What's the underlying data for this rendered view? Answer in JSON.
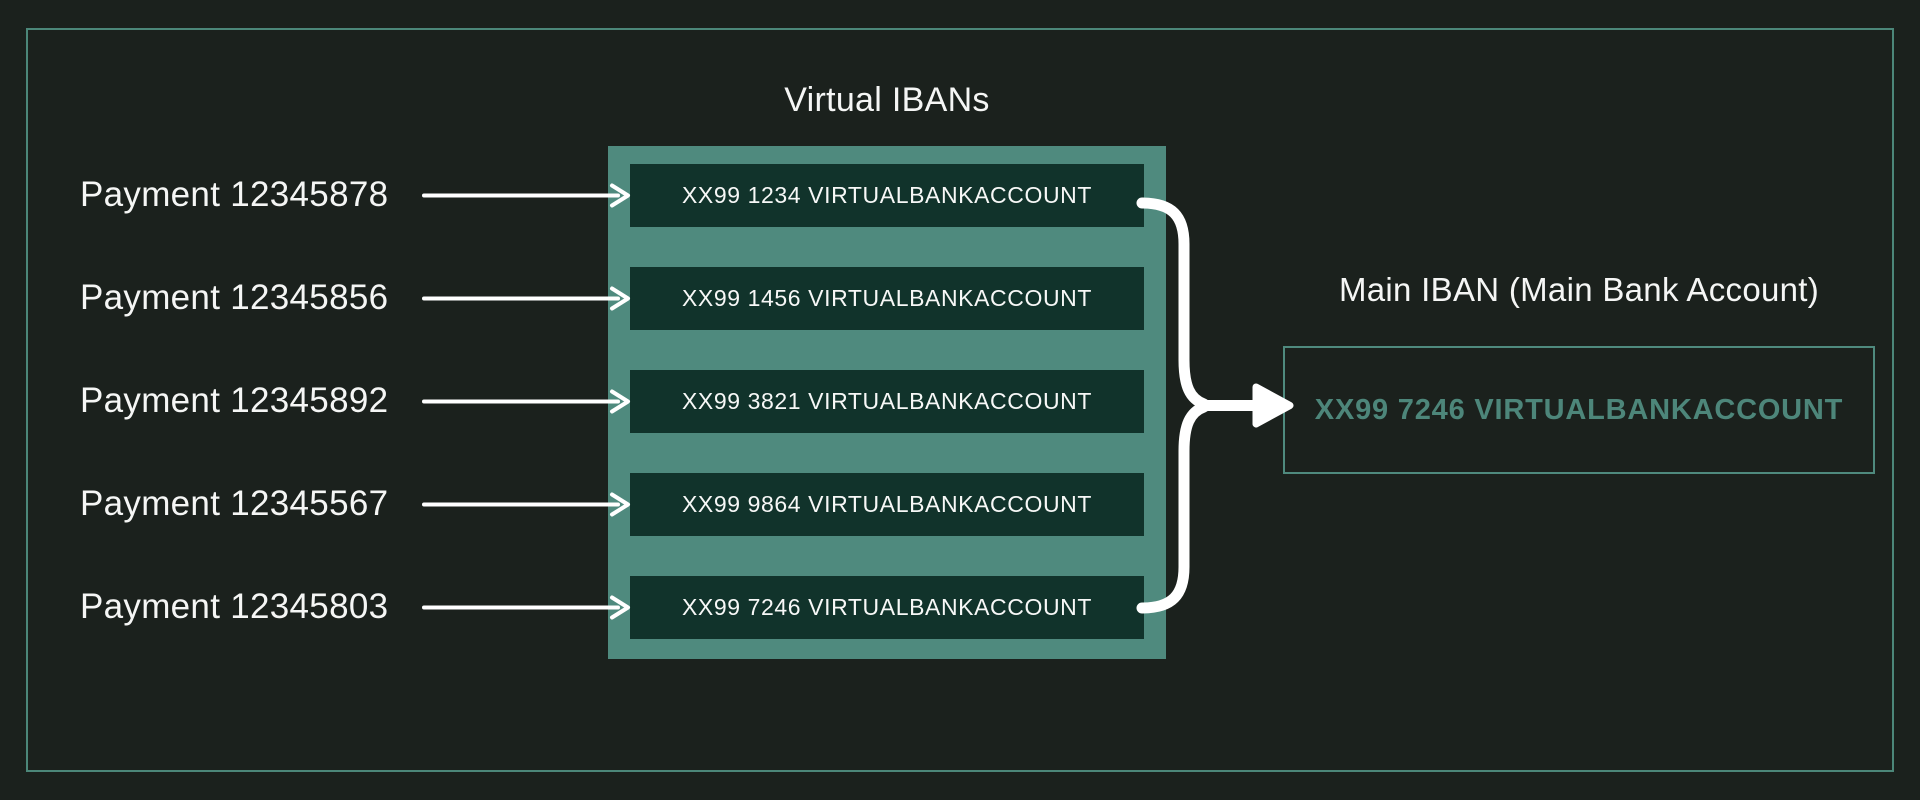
{
  "diagram": {
    "title": "Virtual IBANs",
    "main_heading": "Main IBAN (Main Bank Account)",
    "main_iban": "XX99 7246 VIRTUALBANKACCOUNT"
  },
  "rows": [
    {
      "payment": "Payment 12345878",
      "viban": "XX99 1234 VIRTUALBANKACCOUNT"
    },
    {
      "payment": "Payment 12345856",
      "viban": "XX99 1456 VIRTUALBANKACCOUNT"
    },
    {
      "payment": "Payment 12345892",
      "viban": "XX99 3821 VIRTUALBANKACCOUNT"
    },
    {
      "payment": "Payment 12345567",
      "viban": "XX99 9864 VIRTUALBANKACCOUNT"
    },
    {
      "payment": "Payment 12345803",
      "viban": "XX99 7246 VIRTUALBANKACCOUNT"
    }
  ],
  "colors": {
    "background": "#1b211d",
    "frame_border": "#4c8779",
    "panel_teal": "#4f8a7e",
    "viban_box_fill": "#11332b",
    "text_white": "#f5f6f5",
    "main_iban_text": "#4d867a",
    "arrow": "#ffffff"
  }
}
